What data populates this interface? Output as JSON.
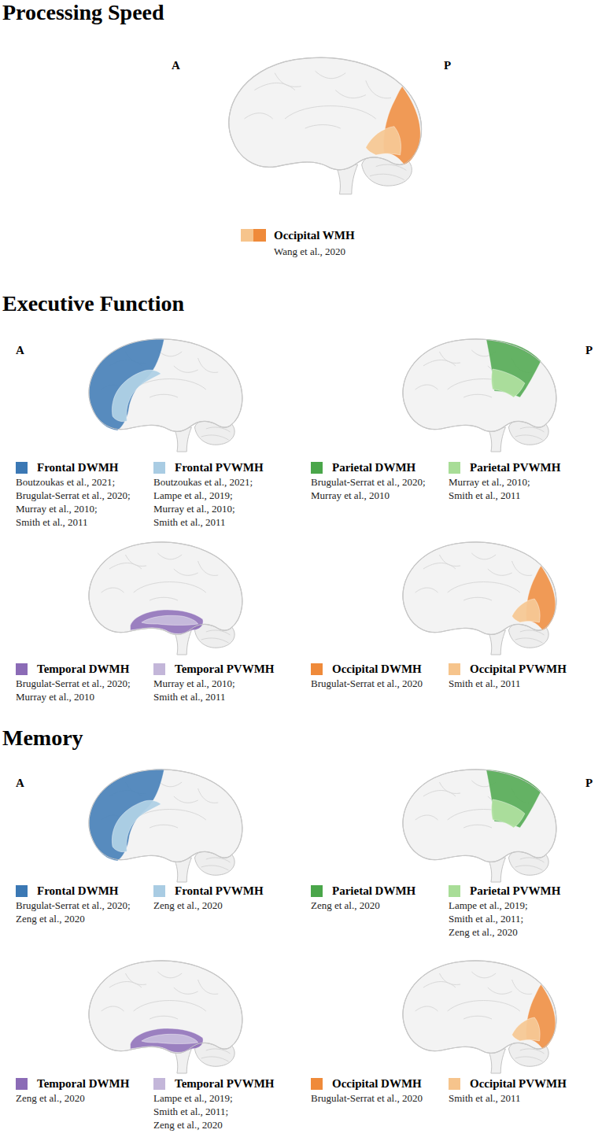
{
  "diagram": {
    "labels": [
      "Processing Speed",
      "A",
      "P",
      "Wang et al., 2020",
      "Executive Function",
      "A",
      "P",
      "Boutzoukas et al., 2021;",
      "Brugulat-Serrat et al., 2020;",
      "Murray et al., 2010;",
      "Smith et al., 2011",
      "Boutzoukas et al., 2021;",
      "Lampe et al., 2019;",
      "Murray et al., 2010;",
      "Smith et al., 2011",
      "Brugulat-Serrat et al., 2020;",
      "Murray et al., 2010",
      "Murray et al., 2010;",
      "Smith et al., 2011",
      "Brugulat-Serrat et al., 2020;",
      "Murray et al., 2010",
      "Murray et al., 2010;",
      "Smith et al., 2011",
      "Brugulat-Serrat et al., 2020",
      "Smith et al., 2011",
      "Memory",
      "A",
      "P",
      "Brugulat-Serrat et al., 2020;",
      "Zeng et al., 2020",
      "Zeng et al., 2020",
      "Zeng et al., 2020",
      "Lampe et al., 2019;",
      "Smith et al., 2011;",
      "Zeng et al., 2020",
      "Zeng et al., 2020",
      "Lampe et al., 2019;",
      "Smith et al., 2011;",
      "Zeng et al., 2020",
      "Brugulat-Serrat et al., 2020",
      "Smith et al., 2011"
    ],
    "legend": [
      {
        "text": "Occipital WMH",
        "color": "#ef8a3a"
      },
      {
        "text": "Frontal DWMH",
        "color": "#3b78b4"
      },
      {
        "text": "Frontal PVWMH",
        "color": "#a9cce3"
      },
      {
        "text": "Parietal DWMH",
        "color": "#4aa64a"
      },
      {
        "text": "Parietal PVWMH",
        "color": "#a8dd97"
      },
      {
        "text": "Temporal DWMH",
        "color": "#8b6bb6"
      },
      {
        "text": "Temporal PVWMH",
        "color": "#c3b6d9"
      },
      {
        "text": "Occipital DWMH",
        "color": "#ef8a3a"
      },
      {
        "text": "Occipital PVWMH",
        "color": "#f6c48c"
      },
      {
        "text": "Frontal DWMH",
        "color": "#3b78b4"
      },
      {
        "text": "Frontal PVWMH",
        "color": "#a9cce3"
      },
      {
        "text": "Parietal DWMH",
        "color": "#4aa64a"
      },
      {
        "text": "Parietal PVWMH",
        "color": "#a8dd97"
      },
      {
        "text": "Temporal DWMH",
        "color": "#8b6bb6"
      },
      {
        "text": "Temporal PVWMH",
        "color": "#c3b6d9"
      },
      {
        "text": "Occipital DWMH",
        "color": "#ef8a3a"
      },
      {
        "text": "Occipital PVWMH",
        "color": "#f6c48c"
      }
    ]
  }
}
